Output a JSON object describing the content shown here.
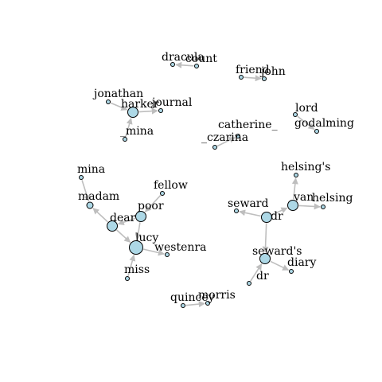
{
  "colors": {
    "node_fill": "#add8e6",
    "edge": "#bebebe",
    "label": "#000000"
  },
  "nodes": [
    {
      "id": "dracula",
      "label": "dracula",
      "size": "small"
    },
    {
      "id": "count",
      "label": "count",
      "size": "small"
    },
    {
      "id": "friend",
      "label": "friend",
      "size": "small"
    },
    {
      "id": "john",
      "label": "john",
      "size": "small"
    },
    {
      "id": "jonathan",
      "label": "jonathan",
      "size": "small"
    },
    {
      "id": "harker",
      "label": "harker",
      "size": "large"
    },
    {
      "id": "journal",
      "label": "journal",
      "size": "small"
    },
    {
      "id": "_mina",
      "label": "_mina",
      "size": "small"
    },
    {
      "id": "lord",
      "label": "lord",
      "size": "small"
    },
    {
      "id": "godalming",
      "label": "godalming",
      "size": "small"
    },
    {
      "id": "catherine_",
      "label": "catherine_",
      "size": "small"
    },
    {
      "id": "_czarina",
      "label": "_czarina",
      "size": "small"
    },
    {
      "id": "mina",
      "label": "mina",
      "size": "small"
    },
    {
      "id": "fellow",
      "label": "fellow",
      "size": "small"
    },
    {
      "id": "madam",
      "label": "madam",
      "size": "medium"
    },
    {
      "id": "poor",
      "label": "poor",
      "size": "large"
    },
    {
      "id": "dear",
      "label": "dear",
      "size": "large"
    },
    {
      "id": "lucy",
      "label": "lucy",
      "size": "xlarge"
    },
    {
      "id": "westenra",
      "label": "westenra",
      "size": "small"
    },
    {
      "id": "miss",
      "label": "miss",
      "size": "small"
    },
    {
      "id": "helsings",
      "label": "helsing's",
      "size": "small"
    },
    {
      "id": "seward",
      "label": "seward",
      "size": "small"
    },
    {
      "id": "van",
      "label": "van",
      "size": "large"
    },
    {
      "id": "helsing",
      "label": "helsing",
      "size": "small"
    },
    {
      "id": "dr_top",
      "label": "dr",
      "size": "large"
    },
    {
      "id": "sewards",
      "label": "seward's",
      "size": "large"
    },
    {
      "id": "diary",
      "label": "diary",
      "size": "small"
    },
    {
      "id": "dr_bottom",
      "label": "dr",
      "size": "small"
    },
    {
      "id": "quincey",
      "label": "quincey",
      "size": "small"
    },
    {
      "id": "morris",
      "label": "morris",
      "size": "small"
    }
  ],
  "edges": [
    {
      "from": "count",
      "to": "dracula",
      "weight": 2
    },
    {
      "from": "friend",
      "to": "john",
      "weight": 1
    },
    {
      "from": "jonathan",
      "to": "harker",
      "weight": 2
    },
    {
      "from": "harker",
      "to": "journal",
      "weight": 2
    },
    {
      "from": "_mina",
      "to": "harker",
      "weight": 1
    },
    {
      "from": "lord",
      "to": "godalming",
      "weight": 1
    },
    {
      "from": "_czarina",
      "to": "catherine_",
      "weight": 1
    },
    {
      "from": "mina",
      "to": "madam",
      "weight": 1
    },
    {
      "from": "dear",
      "to": "madam",
      "weight": 1
    },
    {
      "from": "poor",
      "to": "dear",
      "weight": 2
    },
    {
      "from": "fellow",
      "to": "poor",
      "weight": 1
    },
    {
      "from": "poor",
      "to": "lucy",
      "weight": 1
    },
    {
      "from": "dear",
      "to": "lucy",
      "weight": 2
    },
    {
      "from": "lucy",
      "to": "westenra",
      "weight": 2
    },
    {
      "from": "miss",
      "to": "lucy",
      "weight": 1
    },
    {
      "from": "van",
      "to": "helsing",
      "weight": 3
    },
    {
      "from": "van",
      "to": "helsings",
      "weight": 1
    },
    {
      "from": "dr_top",
      "to": "van",
      "weight": 2
    },
    {
      "from": "dr_top",
      "to": "seward",
      "weight": 2
    },
    {
      "from": "dr_top",
      "to": "sewards",
      "weight": 1
    },
    {
      "from": "sewards",
      "to": "diary",
      "weight": 2
    },
    {
      "from": "dr_bottom",
      "to": "sewards",
      "weight": 1
    },
    {
      "from": "quincey",
      "to": "morris",
      "weight": 2
    }
  ]
}
